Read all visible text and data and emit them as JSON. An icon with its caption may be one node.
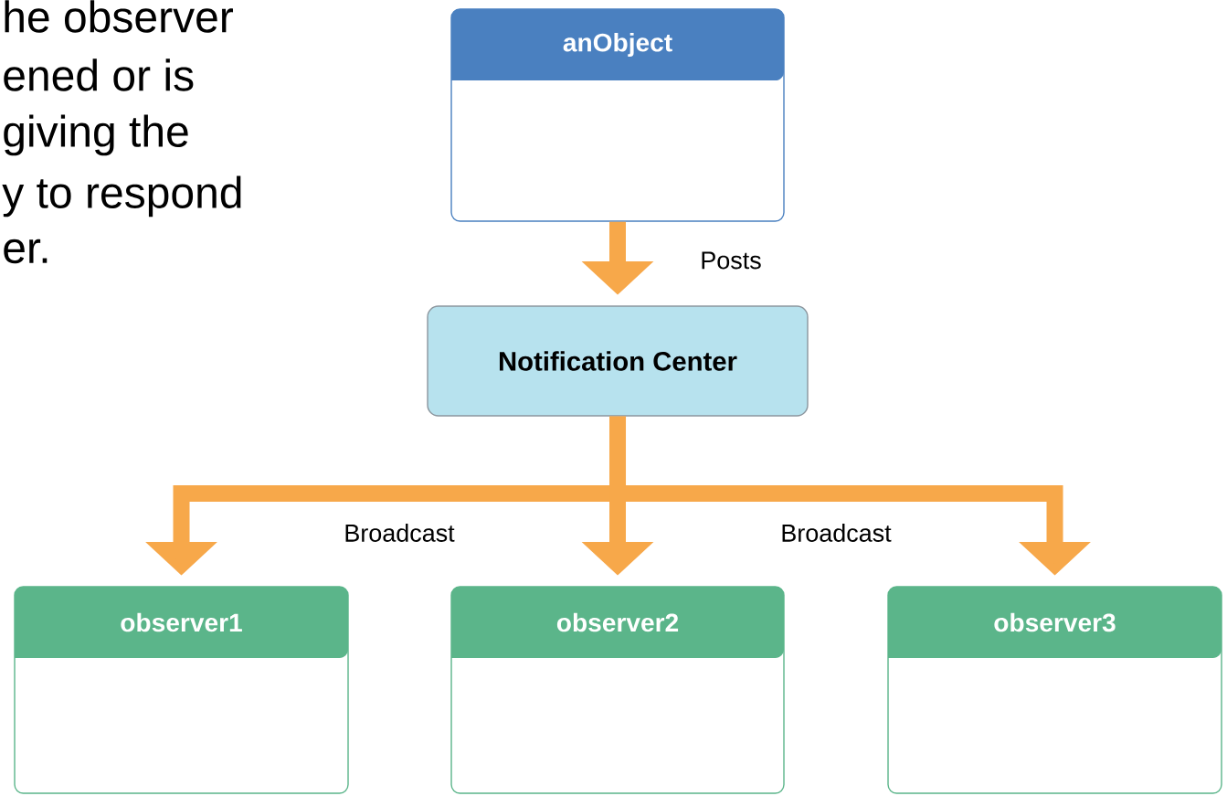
{
  "diagram": {
    "nodes": [
      {
        "text": [
          "anObject"
        ]
      },
      {
        "text": [
          "Notification Center"
        ]
      },
      {
        "text": [
          "observer1"
        ]
      },
      {
        "text": [
          "observer2"
        ]
      },
      {
        "text": [
          "observer3"
        ]
      }
    ],
    "edges": [
      {
        "from": 0,
        "to": 1,
        "arrow": "to",
        "label": "Posts"
      },
      {
        "from": 1,
        "to": 2,
        "arrow": "to",
        "label": "Broadcast"
      },
      {
        "from": 1,
        "to": 3,
        "arrow": "to"
      },
      {
        "from": 1,
        "to": 4,
        "arrow": "to",
        "label": "Broadcast"
      }
    ],
    "labels": [
      "he observer",
      "ened or is",
      "giving the",
      "y to respond",
      "er."
    ]
  }
}
